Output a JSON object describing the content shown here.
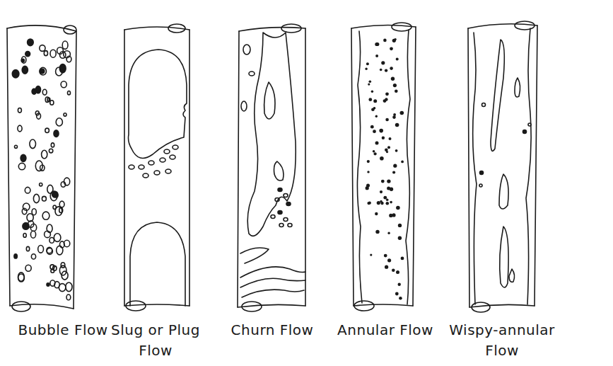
{
  "diagram": {
    "labels": [
      "Bubble Flow",
      "Slug or Plug Flow",
      "Churn Flow",
      "Annular Flow",
      "Wispy-annular Flow"
    ]
  }
}
